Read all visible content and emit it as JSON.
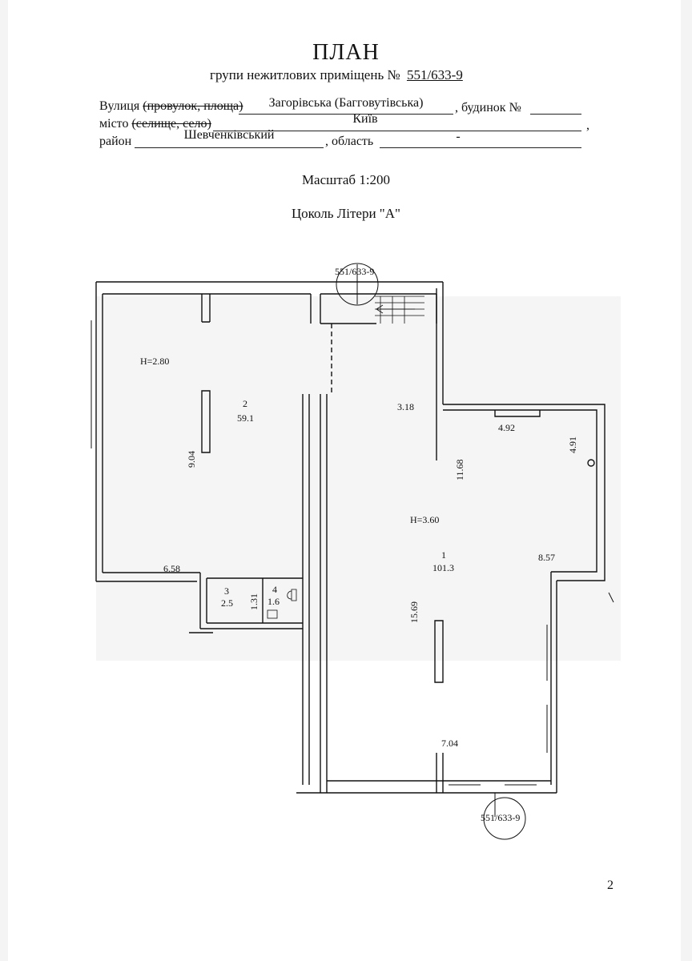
{
  "header": {
    "title": "ПЛАН",
    "subtitle": "групи нежитлових приміщень №",
    "group_number": "551/633-9"
  },
  "address": {
    "street_label": "Вулиця",
    "street_struck": "(провулок, площа)",
    "street_value": "Загорівська (Багговутівська)",
    "house_label": ", будинок №",
    "house_value": "",
    "city_label": "місто",
    "city_struck": "(селище, село)",
    "city_value": "Київ",
    "city_end": ",",
    "district_label": "район",
    "district_value": "Шевченківський",
    "region_label": ", область",
    "region_value": "-"
  },
  "scale": "Масштаб 1:200",
  "level": "Цоколь Літери \"А\"",
  "plan": {
    "marker_top": "551/633-9",
    "marker_bottom": "551/633-9",
    "room2": {
      "height": "H=2.80",
      "number": "2",
      "area": "59.1",
      "dim_vertical": "9.04",
      "dim_bottom": "6.58"
    },
    "room1": {
      "height": "H=3.60",
      "number": "1",
      "area": "101.3",
      "dim_318": "3.18",
      "dim_492": "4.92",
      "dim_491": "4.91",
      "dim_1168": "11.68",
      "dim_857": "8.57",
      "dim_1569": "15.69",
      "dim_704": "7.04"
    },
    "room3": {
      "number": "3",
      "area": "2.5",
      "dim": "1.31"
    },
    "room4": {
      "number": "4",
      "area": "1.6"
    }
  },
  "page_number": "2"
}
